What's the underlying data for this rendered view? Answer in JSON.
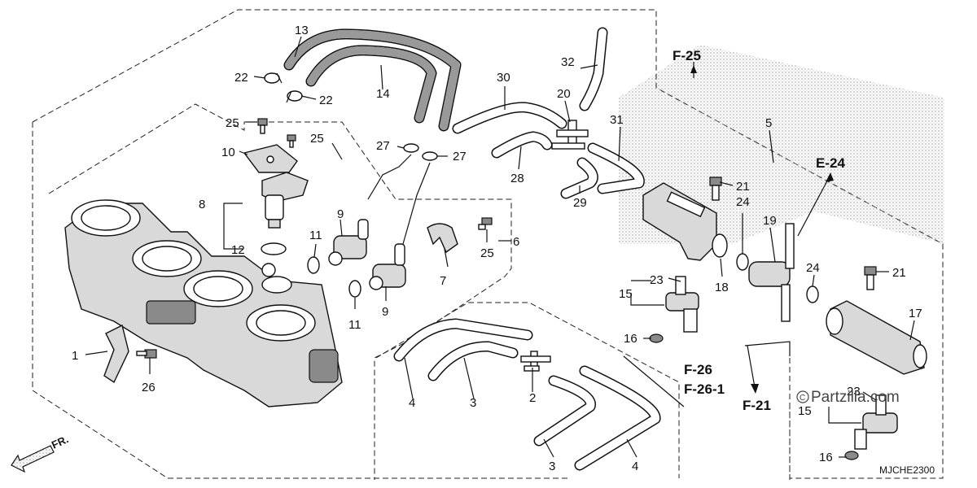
{
  "callouts": {
    "n1": "1",
    "n2": "2",
    "n3a": "3",
    "n3b": "3",
    "n4a": "4",
    "n4b": "4",
    "n5": "5",
    "n6": "6",
    "n7": "7",
    "n8": "8",
    "n9a": "9",
    "n9b": "9",
    "n10": "10",
    "n11a": "11",
    "n11b": "11",
    "n12": "12",
    "n13": "13",
    "n14": "14",
    "n15a": "15",
    "n15b": "15",
    "n16a": "16",
    "n16b": "16",
    "n17": "17",
    "n18": "18",
    "n19": "19",
    "n20": "20",
    "n21a": "21",
    "n21b": "21",
    "n22a": "22",
    "n22b": "22",
    "n23a": "23",
    "n23b": "23",
    "n24a": "24",
    "n24b": "24",
    "n25a": "25",
    "n25b": "25",
    "n25c": "25",
    "n26": "26",
    "n27a": "27",
    "n27b": "27",
    "n28": "28",
    "n29": "29",
    "n30": "30",
    "n31": "31",
    "n32": "32"
  },
  "refs": {
    "f25": "F-25",
    "e24": "E-24",
    "f26": "F-26",
    "f26_1": "F-26-1",
    "f21": "F-21"
  },
  "direction_label": "FR.",
  "watermark": "Partzilla.com",
  "diagram_code": "MJCHE2300",
  "colors": {
    "ink": "#111111",
    "hatch": "#bdbdbd",
    "background": "#ffffff"
  }
}
